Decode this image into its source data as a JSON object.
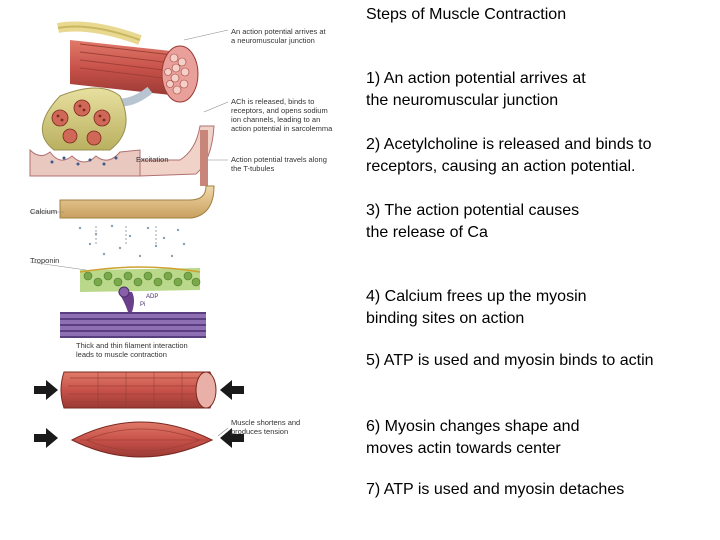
{
  "title": "Steps of Muscle Contraction",
  "steps": [
    "1)  An action potential arrives at\n    the neuromuscular junction",
    "2) Acetylcholine is released and binds to receptors, causing an action potential.",
    "3) The action potential causes\nthe release of Ca",
    "4) Calcium frees up the myosin\n binding sites on action",
    "5) ATP is used and  myosin binds to actin",
    "6) Myosin changes shape and\nmoves actin towards center",
    "7) ATP is used and myosin detaches"
  ],
  "diagram": {
    "labels": {
      "action_potential": "An action potential arrives at\na neuromuscular junction",
      "ach": "ACh is released, binds to\nreceptors, and opens sodium\nion channels, leading to an\naction potential in sarcolemma",
      "excitation": "Excitation",
      "ttubules": "Action potential travels along\nthe T-tubules",
      "calcium": "Calcium",
      "troponin": "Troponin",
      "adp": "ADP",
      "pi": "Pi",
      "filament": "Thick and thin filament interaction\nleads to muscle contraction",
      "shortens": "Muscle shortens and\nproduces tension"
    },
    "colors": {
      "muscle": "#c8524a",
      "terminal": "#d9d07a",
      "vesicle": "#b5403e",
      "reticulum": "#d9b97a",
      "calcium_dot": "#8aa0b0",
      "actin": "#7aa84a",
      "myosin_head": "#6a3f8a",
      "filament": "#7b5aa0",
      "arrow": "#1a1a1a"
    }
  }
}
